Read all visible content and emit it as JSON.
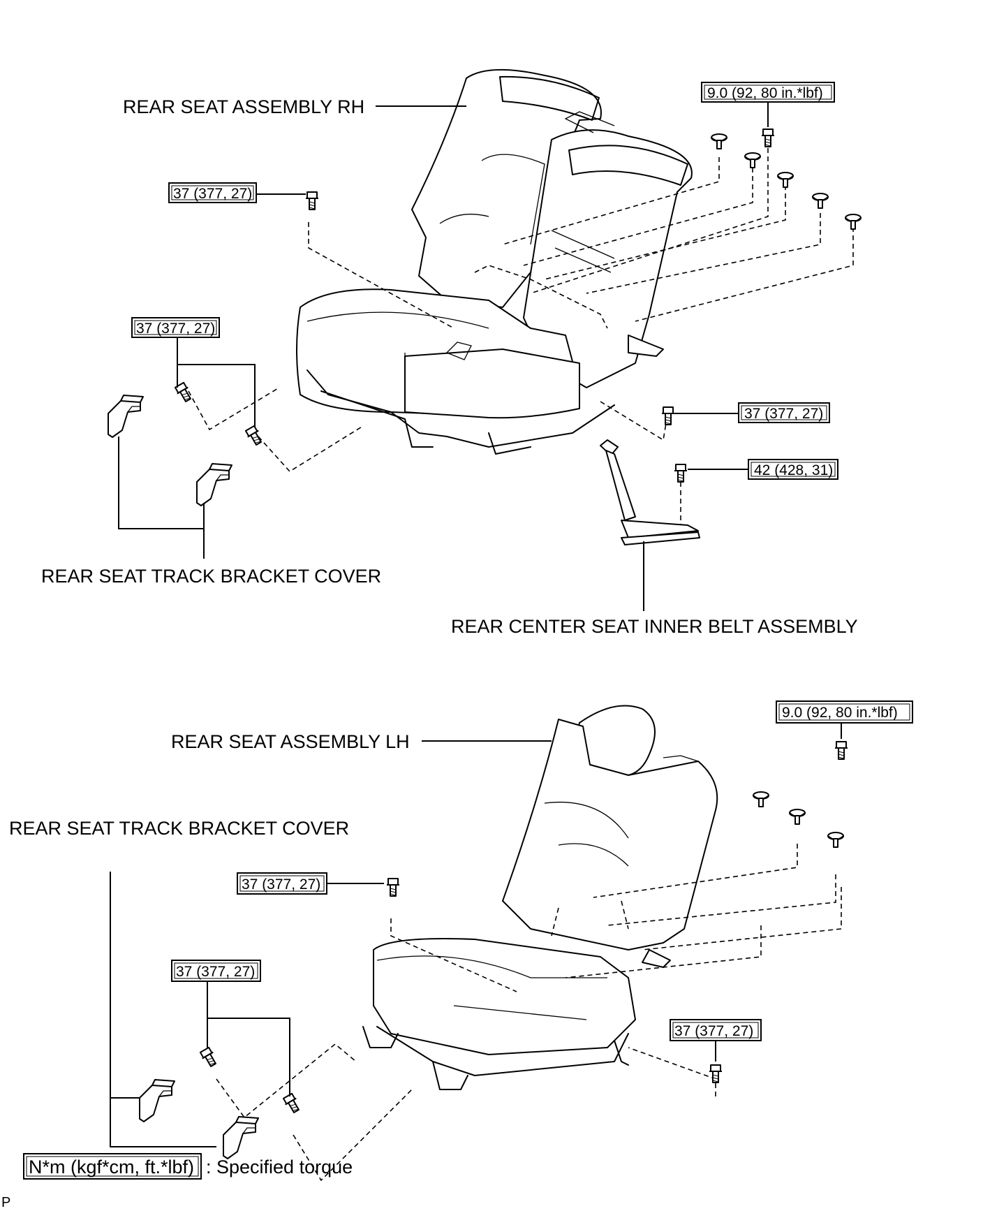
{
  "diagram": {
    "labels": {
      "rear_seat_rh": "REAR SEAT ASSEMBLY RH",
      "track_cover_top": "REAR SEAT TRACK BRACKET COVER",
      "center_belt": "REAR CENTER SEAT INNER BELT ASSEMBLY",
      "rear_seat_lh": "REAR SEAT ASSEMBLY LH",
      "track_cover_bottom": "REAR SEAT TRACK BRACKET COVER"
    },
    "torque": {
      "rh_bracket_nut": "9.0 (92, 80 in.*lbf)",
      "rh_seat_bolt_top": "37 (377, 27)",
      "rh_track_bolts": "37 (377, 27)",
      "rh_seat_bolt_right": "37 (377, 27)",
      "center_belt_bolt": "42 (428, 31)",
      "lh_bracket_nut": "9.0 (92, 80 in.*lbf)",
      "lh_seat_bolt_top": "37 (377, 27)",
      "lh_track_bolts": "37 (377, 27)",
      "lh_seat_bolt_right": "37 (377, 27)"
    },
    "legend": {
      "unit": "N*m (kgf*cm, ft.*lbf)",
      "text": ": Specified torque"
    },
    "corner_mark": "P"
  },
  "icons": [
    "bolt-icon",
    "clip-icon",
    "nut-icon"
  ]
}
